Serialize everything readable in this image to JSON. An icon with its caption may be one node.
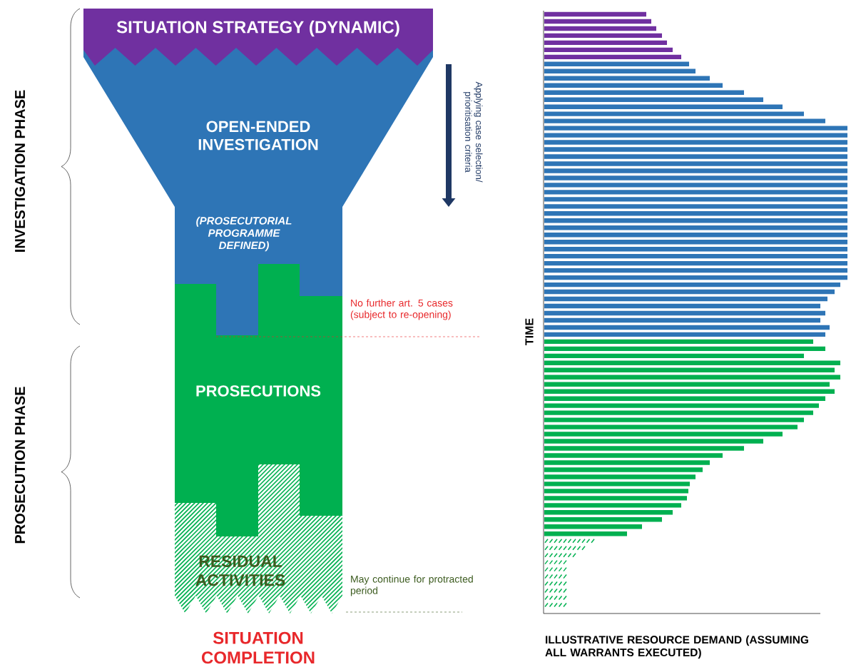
{
  "diagram": {
    "nodes": [
      {
        "text": [
          "SITUATION STRATEGY (DYNAMIC)"
        ]
      },
      {
        "text": [
          "OPEN-ENDED INVESTIGATION",
          "(PROSECUTORIAL PROGRAMME DEFINED)"
        ]
      },
      {
        "text": [
          "PROSECUTIONS"
        ]
      },
      {
        "text": [
          "RESIDUAL ACTIVITIES"
        ]
      }
    ],
    "labels": [
      "INVESTIGATION PHASE",
      "PROSECUTION PHASE",
      "Applying case selection/ prioritisation criteria",
      "No further art. 5 cases (subject to re-opening)",
      "May continue for protracted period",
      "SITUATION COMPLETION",
      "TIME",
      "ILLUSTRATIVE RESOURCE DEMAND (ASSUMING ALL WARRANTS EXECUTED)"
    ]
  }
}
